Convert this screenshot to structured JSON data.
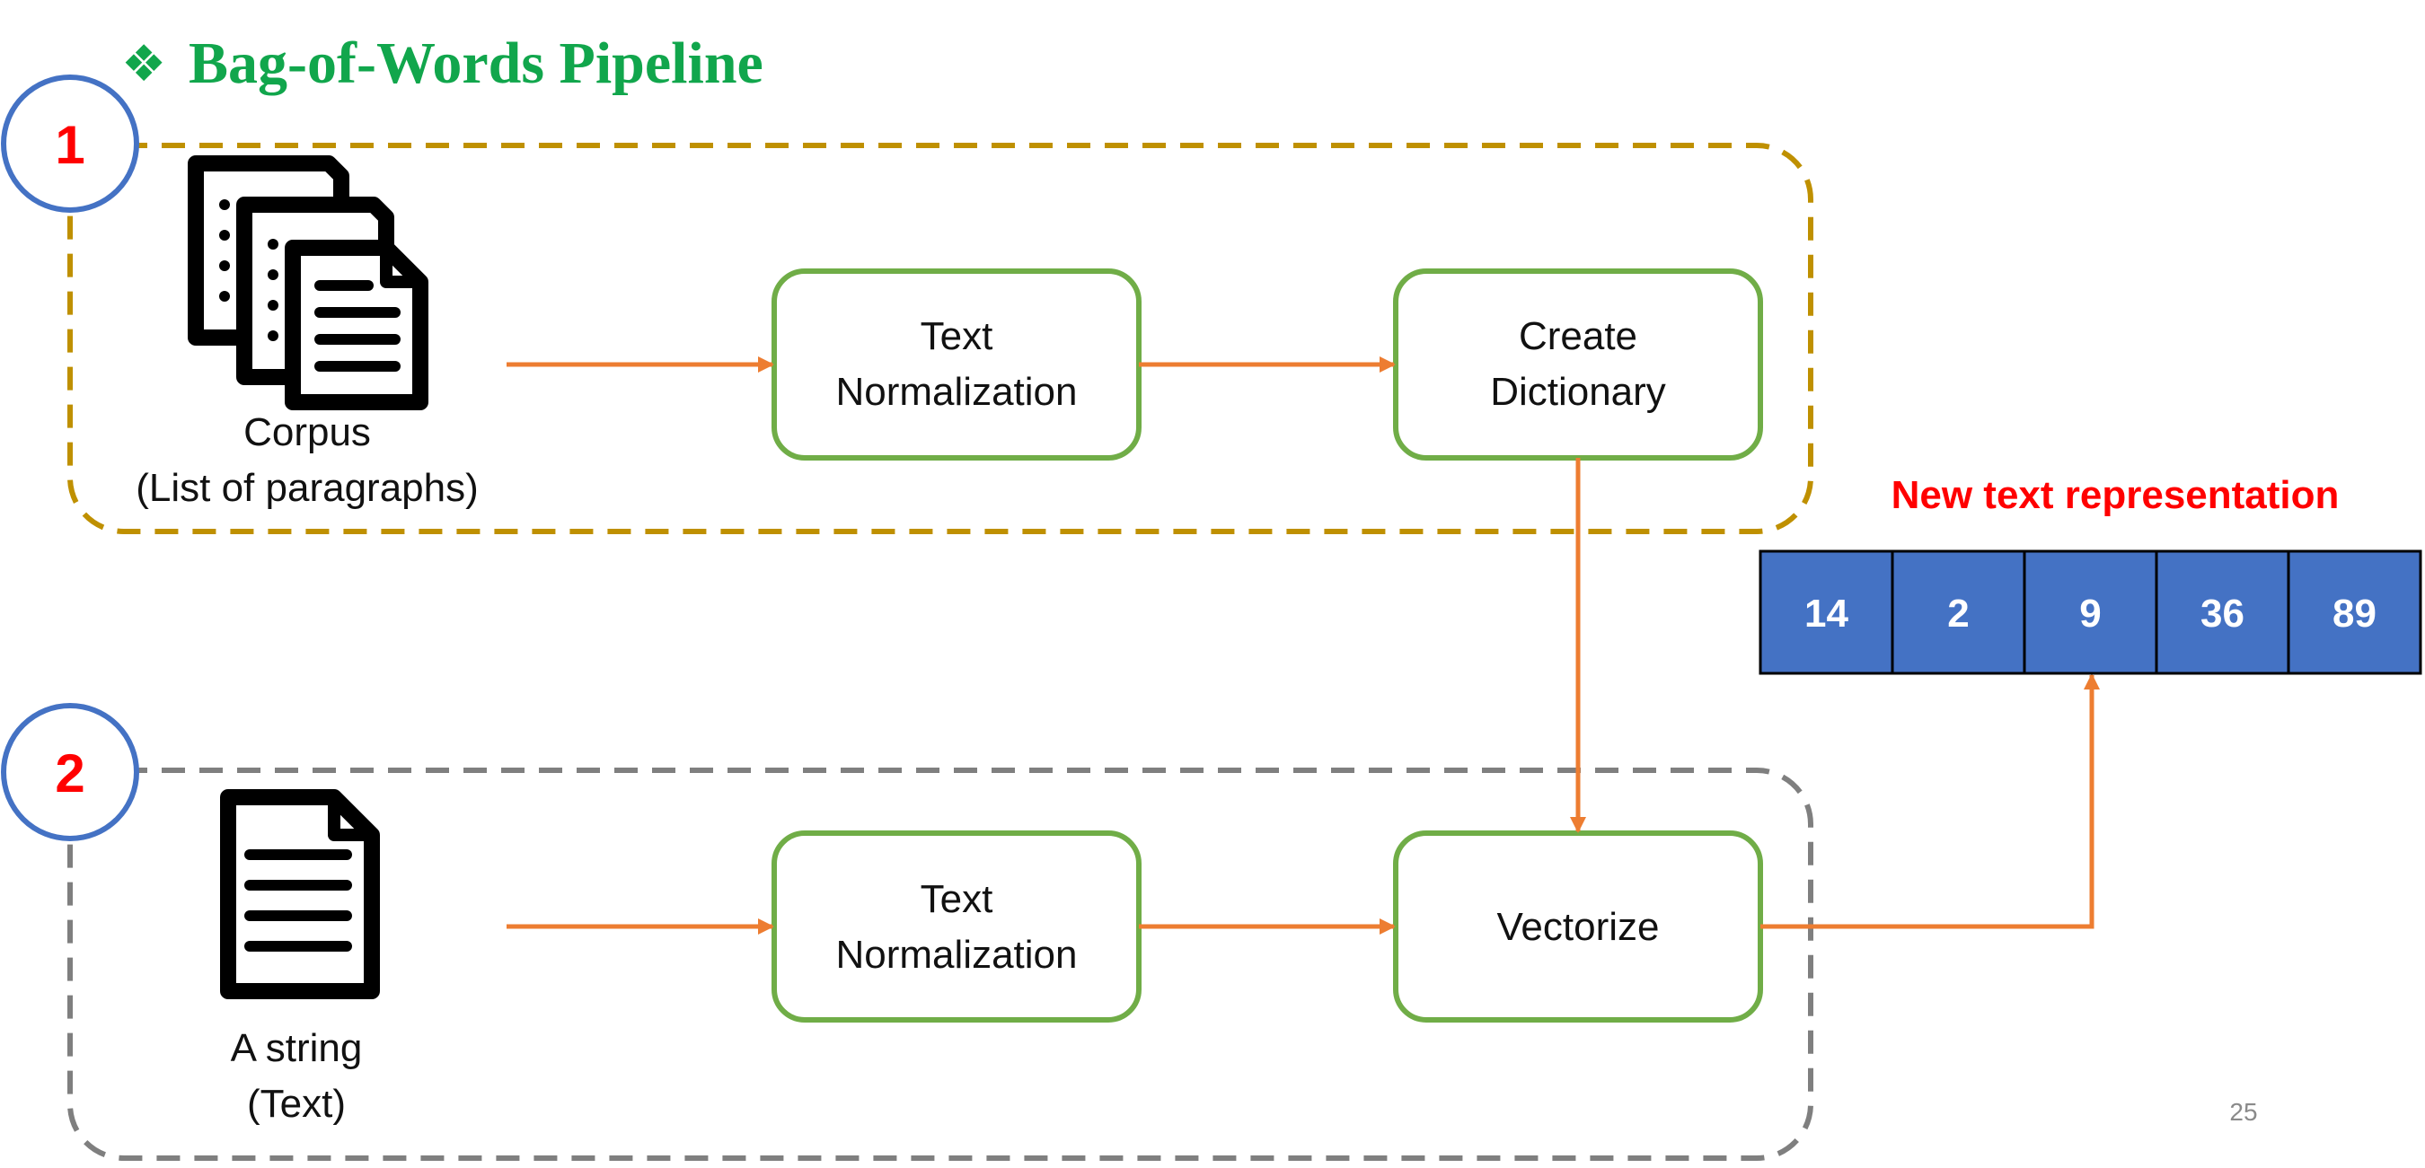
{
  "slide": {
    "bullet": "❖",
    "title": "Bag-of-Words Pipeline",
    "page_number": "25"
  },
  "steps": [
    {
      "number": "1"
    },
    {
      "number": "2"
    }
  ],
  "pipeline_1": {
    "input_label_line1": "Corpus",
    "input_label_line2": "(List of paragraphs)",
    "box_1": {
      "line1": "Text",
      "line2": "Normalization"
    },
    "box_2": {
      "line1": "Create",
      "line2": "Dictionary"
    }
  },
  "pipeline_2": {
    "input_label_line1": "A string",
    "input_label_line2": "(Text)",
    "box_1": {
      "line1": "Text",
      "line2": "Normalization"
    },
    "box_2": {
      "line1": "Vectorize"
    }
  },
  "output": {
    "title": "New text representation",
    "values": [
      "14",
      "2",
      "9",
      "36",
      "89"
    ]
  },
  "colors": {
    "title_green": "#11a64c",
    "box_border": "#70ad47",
    "arrow": "#ed7d31",
    "group_1_border": "#bf9000",
    "group_2_border": "#7f7f7f",
    "step_circle": "#4472c4",
    "step_text": "#ff0000",
    "vector_fill": "#4472c4",
    "vector_title": "#ff0000"
  },
  "icons": {
    "corpus": "document-stack-icon",
    "string": "document-icon"
  }
}
